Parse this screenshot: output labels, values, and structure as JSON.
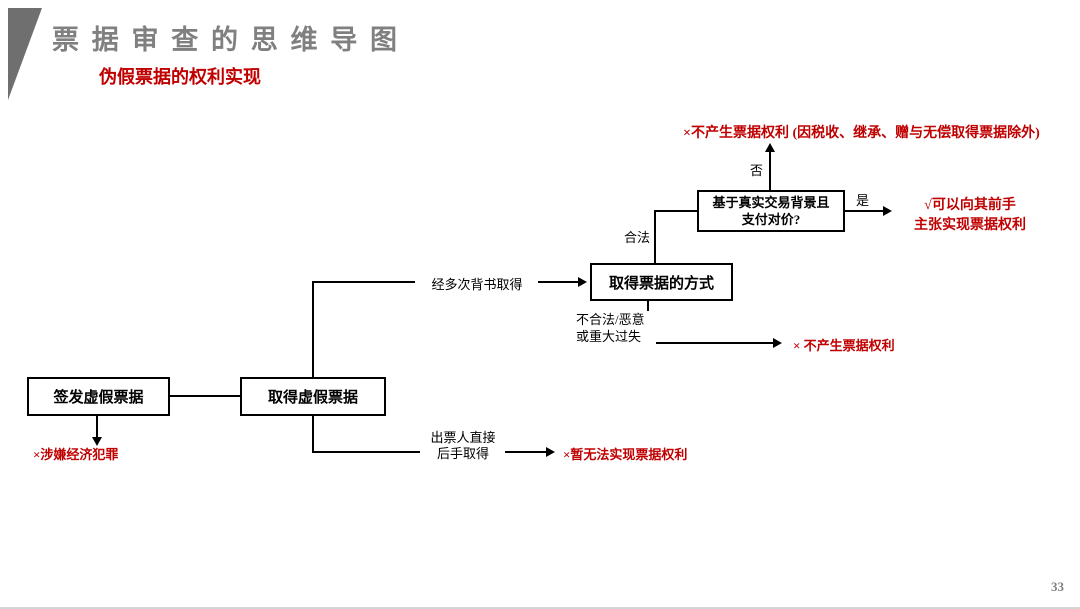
{
  "page": {
    "title": "票 据 审 查 的 思 维 导 图",
    "subtitle": "伪假票据的权利实现",
    "page_number": "33"
  },
  "colors": {
    "accent_red": "#c00000",
    "title_gray": "#808080",
    "line_black": "#000000"
  },
  "flowchart": {
    "box_issue": "签发虚假票据",
    "box_obtain": "取得虚假票据",
    "box_method": "取得票据的方式",
    "box_background_line1": "基于真实交易背景且",
    "box_background_line2": "支付对价?",
    "label_endorse": "经多次背书取得",
    "label_legal": "合法",
    "label_illegal_line1": "不合法/恶意",
    "label_illegal_line2": "或重大过失",
    "label_no": "否",
    "label_yes": "是",
    "label_drawer_line1": "出票人直接",
    "label_drawer_line2": "后手取得",
    "outcome_crime": "×涉嫌经济犯罪",
    "outcome_no_rights_exception": "×不产生票据权利 (因税收、继承、赠与无偿取得票据除外)",
    "outcome_claim_line1": "√可以向其前手",
    "outcome_claim_line2": "主张实现票据权利",
    "outcome_no_rights": "× 不产生票据权利",
    "outcome_temp_no_rights": "×暂无法实现票据权利"
  }
}
